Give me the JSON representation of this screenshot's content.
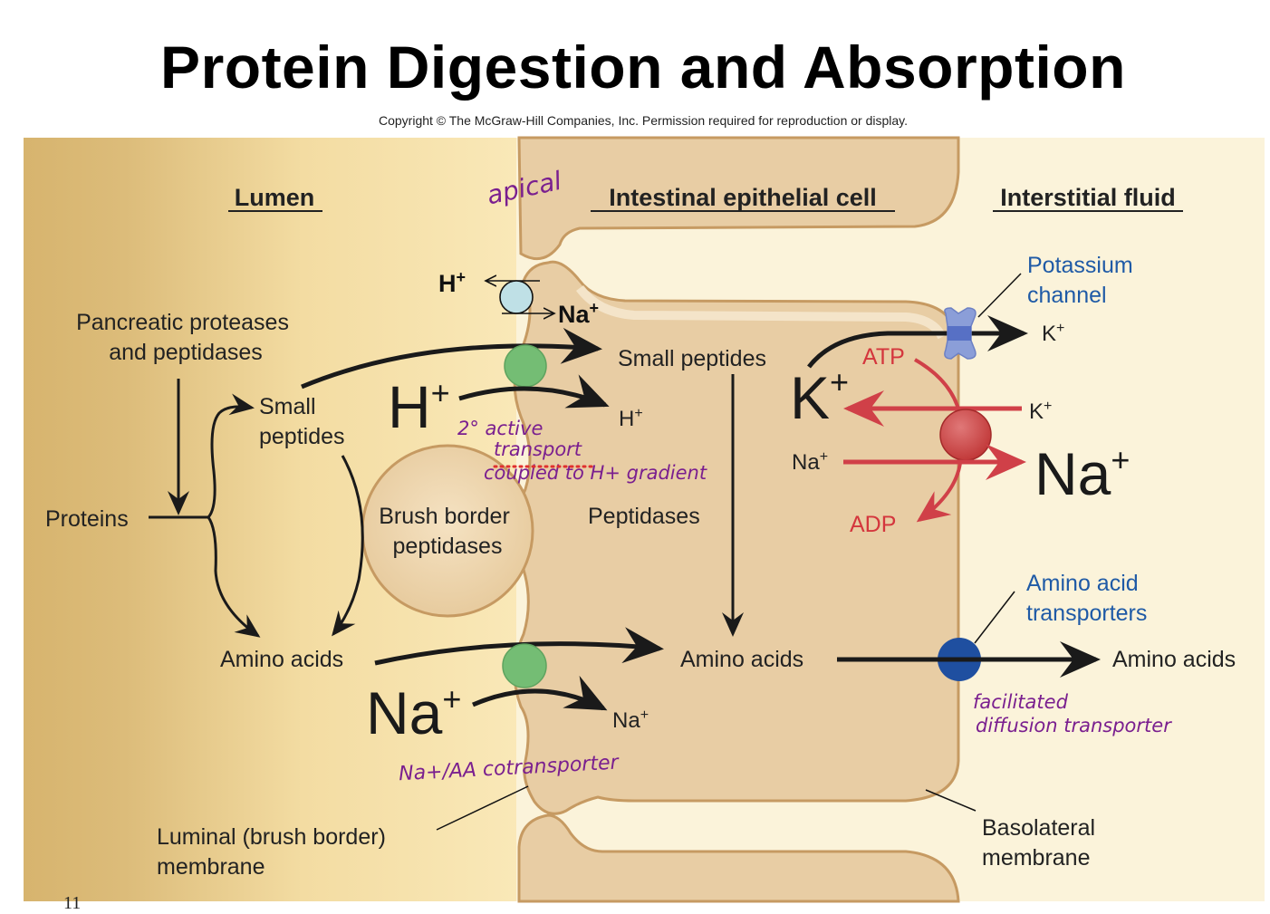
{
  "slide": {
    "title": "Protein Digestion and Absorption",
    "copyright": "Copyright © The McGraw-Hill Companies, Inc. Permission required for reproduction or display.",
    "page_number": "11"
  },
  "colors": {
    "lumen_dark": "#d9b670",
    "lumen_light": "#f9e8b8",
    "cell_fill": "#e8cda4",
    "cell_border": "#c69a62",
    "interstitial": "#fbf3da",
    "symporter_green": "#74bd74",
    "antiporter_blue": "#bfe0e6",
    "pump_red": "#d05050",
    "k_channel": "#8b9ed8",
    "aa_transporter": "#1f4fa0",
    "red_text": "#d4363d",
    "blue_text": "#1f5aa6",
    "annotation_purple": "#7a1f8f"
  },
  "regions": {
    "lumen": "Lumen",
    "cell": "Intestinal epithelial cell",
    "interstitial": "Interstitial fluid"
  },
  "lumen": {
    "enzymes_line1": "Pancreatic proteases",
    "enzymes_line2": "and peptidases",
    "proteins": "Proteins",
    "small_peptides_line1": "Small",
    "small_peptides_line2": "peptides",
    "amino_acids": "Amino acids",
    "brush_border_line1": "Brush border",
    "brush_border_line2": "peptidases",
    "h_plus_big": "H",
    "na_plus_big": "Na",
    "plus": "+",
    "luminal_membrane_line1": "Luminal (brush border)",
    "luminal_membrane_line2": "membrane"
  },
  "apical_exchanger": {
    "h": "H",
    "na": "Na",
    "plus": "+"
  },
  "cell": {
    "small_peptides": "Small peptides",
    "h_plus": "H",
    "peptidases": "Peptidases",
    "amino_acids": "Amino acids",
    "na_plus": "Na",
    "k_plus_big": "K",
    "na_plus_small": "Na",
    "atp": "ATP",
    "adp": "ADP"
  },
  "interstitial": {
    "potassium_channel_line1": "Potassium",
    "potassium_channel_line2": "channel",
    "k_out": "K",
    "k_in": "K",
    "na_big": "Na",
    "aa_transporters_line1": "Amino acid",
    "aa_transporters_line2": "transporters",
    "amino_acids": "Amino acids",
    "basolateral_line1": "Basolateral",
    "basolateral_line2": "membrane"
  },
  "annotations": {
    "apical": "apical",
    "secondary_line1": "2° active",
    "secondary_line2": "transport",
    "secondary_line3": "coupled to H+ gradient",
    "cotransporter": "Na+/AA cotransporter",
    "facilitated_line1": "facilitated",
    "facilitated_line2": "diffusion transporter"
  }
}
